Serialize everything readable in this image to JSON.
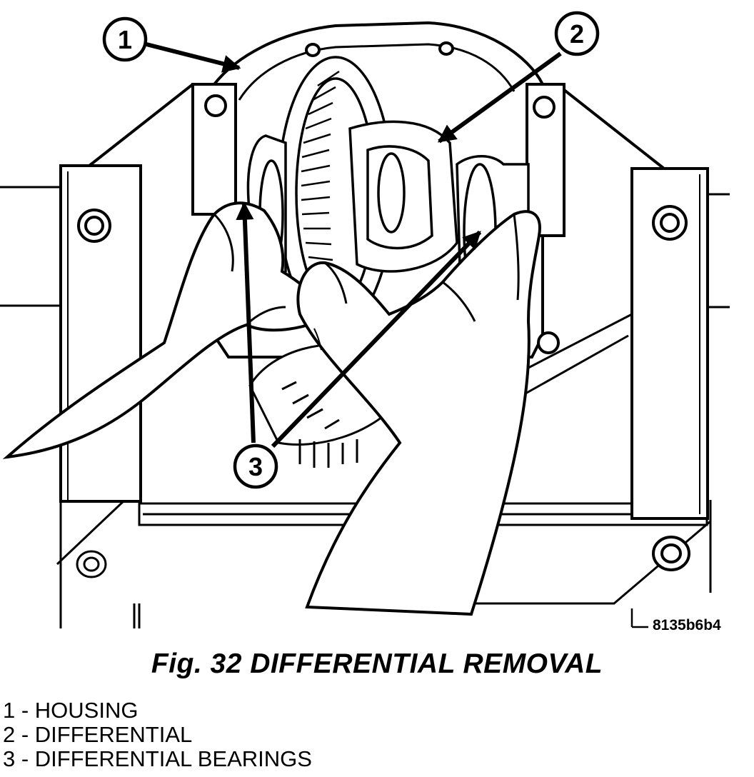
{
  "figure": {
    "code": "8135b6b4",
    "caption": "Fig. 32 DIFFERENTIAL REMOVAL",
    "ink_color": "#000000",
    "background_color": "#ffffff"
  },
  "callouts": [
    {
      "number": "1",
      "label": "HOUSING"
    },
    {
      "number": "2",
      "label": "DIFFERENTIAL"
    },
    {
      "number": "3",
      "label": "DIFFERENTIAL BEARINGS"
    }
  ],
  "legend": [
    "1 - HOUSING",
    "2 - DIFFERENTIAL",
    "3 - DIFFERENTIAL BEARINGS"
  ]
}
